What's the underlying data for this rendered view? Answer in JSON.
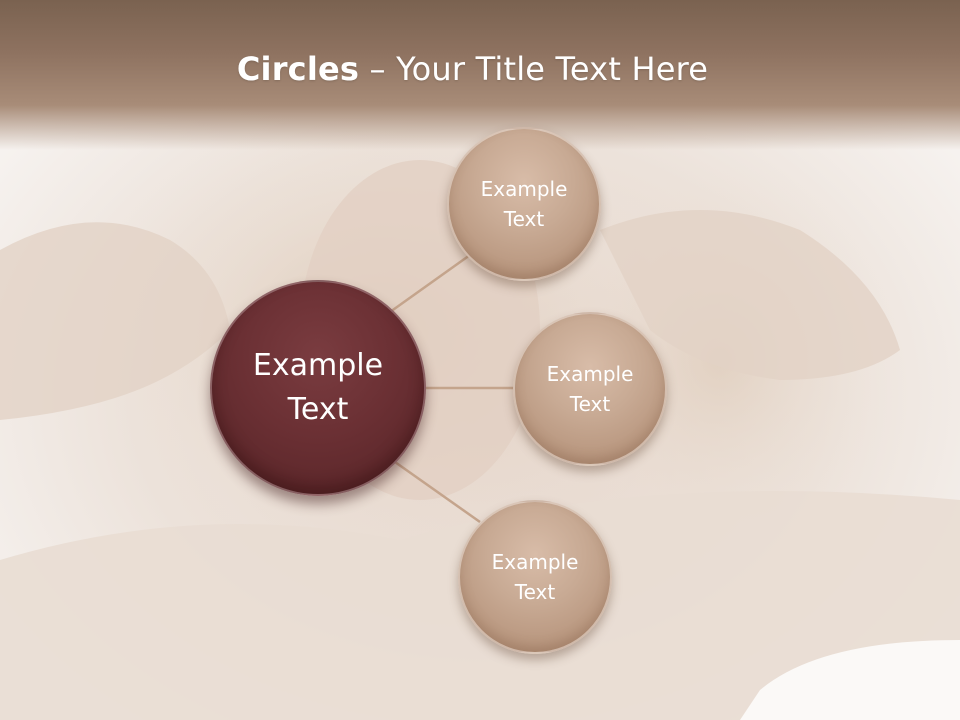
{
  "title": {
    "bold": "Circles",
    "rest": " – Your Title Text Here"
  },
  "center_node": {
    "label": "Example\nText",
    "line1": "Example",
    "line2": "Text",
    "color": "#6b3034"
  },
  "satellite_nodes": [
    {
      "line1": "Example",
      "line2": "Text"
    },
    {
      "line1": "Example",
      "line2": "Text"
    },
    {
      "line1": "Example",
      "line2": "Text"
    }
  ],
  "colors": {
    "title_bar": "#8e7260",
    "satellite_fill": "#c8aa94",
    "connector": "#c4a48c",
    "text": "#ffffff"
  }
}
